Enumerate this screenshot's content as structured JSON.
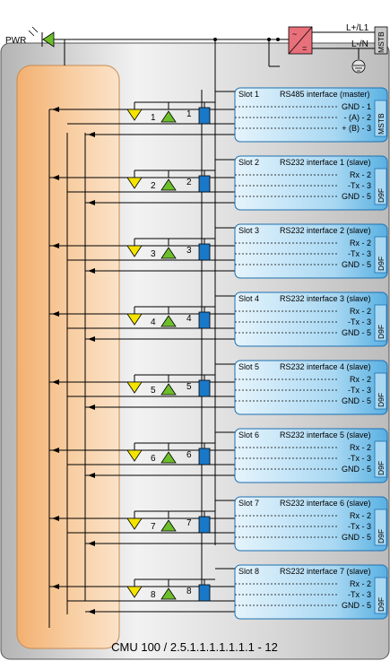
{
  "pwr_label": "PWR",
  "supply": {
    "l_label": "L+/L1",
    "n_label": "L-/N",
    "connector": "MSTB"
  },
  "footer_label": "CMU 100 / 2.5.1.1.1.1.1.1.1 - 12",
  "slots": [
    {
      "slot": "Slot 1",
      "title": "RS485 interface (master)",
      "num": "1",
      "pins": [
        "GND - 1",
        "- (A) - 2",
        "+ (B) - 3"
      ],
      "connector": "MSTB",
      "type": "rs485"
    },
    {
      "slot": "Slot 2",
      "title": "RS232 interface 1 (slave)",
      "num": "2",
      "pins": [
        "Rx - 2",
        "-Tx - 3",
        "GND - 5"
      ],
      "connector": "D9F",
      "type": "rs232"
    },
    {
      "slot": "Slot 3",
      "title": "RS232 interface 2 (slave)",
      "num": "3",
      "pins": [
        "Rx - 2",
        "-Tx - 3",
        "GND - 5"
      ],
      "connector": "D9F",
      "type": "rs232"
    },
    {
      "slot": "Slot 4",
      "title": "RS232 interface 3 (slave)",
      "num": "4",
      "pins": [
        "Rx - 2",
        "-Tx - 3",
        "GND - 5"
      ],
      "connector": "D9F",
      "type": "rs232"
    },
    {
      "slot": "Slot 5",
      "title": "RS232 interface 4 (slave)",
      "num": "5",
      "pins": [
        "Rx - 2",
        "-Tx - 3",
        "GND - 5"
      ],
      "connector": "D9F",
      "type": "rs232"
    },
    {
      "slot": "Slot 6",
      "title": "RS232 interface 5 (slave)",
      "num": "6",
      "pins": [
        "Rx - 2",
        "-Tx - 3",
        "GND - 5"
      ],
      "connector": "D9F",
      "type": "rs232"
    },
    {
      "slot": "Slot 7",
      "title": "RS232 interface 6 (slave)",
      "num": "7",
      "pins": [
        "Rx - 2",
        "-Tx - 3",
        "GND - 5"
      ],
      "connector": "D9F",
      "type": "rs232"
    },
    {
      "slot": "Slot 8",
      "title": "RS232 interface 7 (slave)",
      "num": "8",
      "pins": [
        "Rx - 2",
        "-Tx - 3",
        "GND - 5"
      ],
      "connector": "D9F",
      "type": "rs232"
    }
  ],
  "colors": {
    "slot_fill_light": "#d8eefa",
    "slot_fill_dark": "#5cb4e4",
    "slot_border": "#1e70b0",
    "relay_fill": "#1a78c8",
    "led_yellow": "#f4e400",
    "led_green": "#6cbe2a",
    "psu_fill": "#e8707a",
    "bus_fill": "#f6c898",
    "enclosure_fill": "#c8c8c8"
  }
}
